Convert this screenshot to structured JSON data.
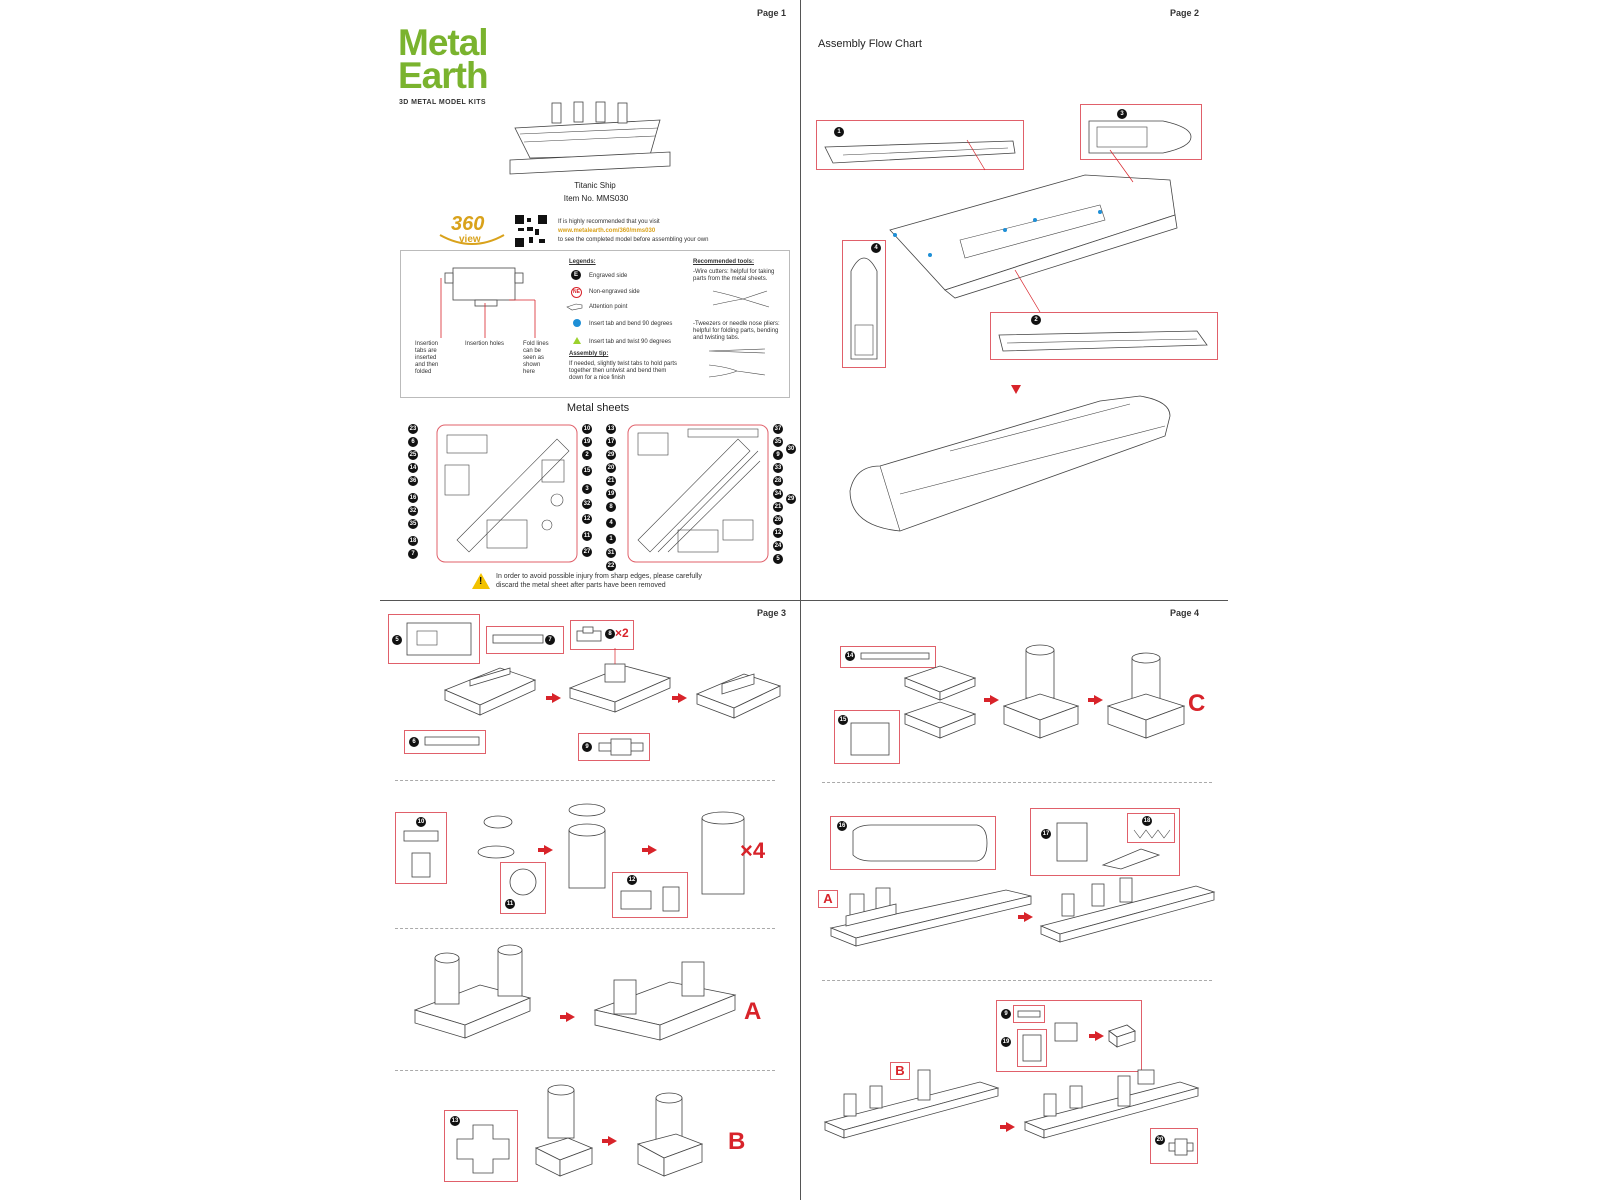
{
  "pages": {
    "p1": "Page 1",
    "p2": "Page 2",
    "p3": "Page 3",
    "p4": "Page 4"
  },
  "brand": {
    "line1": "Metal",
    "line2": "Earth",
    "tagline": "3D METAL MODEL KITS",
    "logo_color": "#7ab32e"
  },
  "product": {
    "name": "Titanic Ship",
    "item": "Item No. MMS030"
  },
  "view360": {
    "number": "360",
    "word": "view",
    "line1": "If is highly recommended that you visit",
    "url": "www.metalearth.com/360/mms030",
    "line3": "to see the completed model before assembling your own"
  },
  "legend": {
    "diagram_labels": {
      "tabs": "Insertion tabs are inserted and then folded",
      "holes": "Insertion holes",
      "fold": "Fold lines can be seen as shown here"
    },
    "title": "Legends:",
    "items": [
      {
        "badge": "E",
        "label": "Engraved side"
      },
      {
        "badge": "NE",
        "label": "Non-engraved side"
      },
      {
        "label": "Attention point"
      },
      {
        "label": "Insert tab and bend 90 degrees"
      },
      {
        "label": "Insert tab and twist 90 degrees"
      }
    ],
    "tip_title": "Assembly tip:",
    "tip": "If needed, slightly twist tabs to hold parts together then untwist and bend them down for a nice finish",
    "tools_title": "Recommended tools:",
    "tool1": "-Wire cutters: helpful for taking parts from the metal sheets.",
    "tool2": "-Tweezers or needle nose pliers: helpful for folding parts, bending and twisting tabs."
  },
  "sheets": {
    "title": "Metal sheets",
    "left_numbers": [
      "23",
      "6",
      "25",
      "14",
      "36",
      "16",
      "32",
      "35",
      "18",
      "7"
    ],
    "mid_a_numbers": [
      "10",
      "19",
      "2",
      "15",
      "3",
      "32",
      "12",
      "11",
      "27"
    ],
    "mid_b_numbers": [
      "13",
      "17",
      "29",
      "20",
      "21",
      "19",
      "8",
      "4",
      "1",
      "31",
      "22"
    ],
    "right_numbers": [
      "37",
      "35",
      "9",
      "33",
      "28",
      "34",
      "21",
      "26",
      "12",
      "24",
      "5"
    ],
    "right_extra": [
      "30",
      "29"
    ]
  },
  "warning": {
    "line1": "In order to avoid possible injury from sharp edges, please carefully",
    "line2": "discard the metal sheet after parts have been removed"
  },
  "flow_title": "Assembly Flow Chart",
  "flow_steps": [
    "1",
    "2",
    "3",
    "4"
  ],
  "page3": {
    "mult1": "×2",
    "mult2": "×4",
    "letter_a": "A",
    "letter_b": "B",
    "steps": [
      "5",
      "6",
      "7",
      "8",
      "9",
      "10",
      "11",
      "12",
      "13"
    ]
  },
  "page4": {
    "letter_c": "C",
    "letter_a": "A",
    "letter_b": "B",
    "steps": [
      "14",
      "15",
      "16",
      "17",
      "18",
      "9",
      "19",
      "20"
    ]
  },
  "colors": {
    "red": "#d8232a",
    "box": "#e0606a",
    "blue_dot": "#1e8fd6",
    "green_tri": "#9bd12c"
  }
}
